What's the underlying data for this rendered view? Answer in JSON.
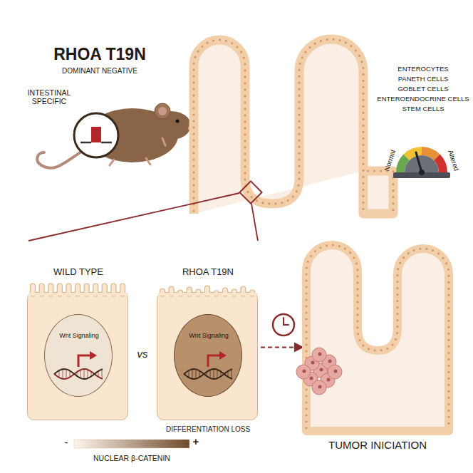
{
  "diagram": {
    "title": "RHOA T19N",
    "nodes": [
      {
        "text": [
          "WILD TYPE"
        ]
      },
      {
        "text": [
          "Wnt Signaling"
        ],
        "in": 0
      },
      {
        "text": [
          "RHOA T19N",
          "DIFFERENTIATION LOSS"
        ]
      },
      {
        "text": [
          "Wnt Signaling"
        ],
        "in": 2
      },
      {
        "text": [
          "TUMOR INICIATION"
        ]
      }
    ],
    "edges": [
      {
        "from": 2,
        "to": 4,
        "arrow": "to"
      }
    ],
    "labels": [
      "DOMINANT NEGATIVE",
      "INTESTINAL SPECIFIC",
      "ENTEROCYTES",
      "PANETH CELLS",
      "GOBLET CELLS",
      "ENTEROENDOCRINE CELLS",
      "STEM CELLS",
      "Normal",
      "Altered",
      "vs",
      "-",
      "+",
      "NUCLEAR β-CATENIN"
    ]
  }
}
